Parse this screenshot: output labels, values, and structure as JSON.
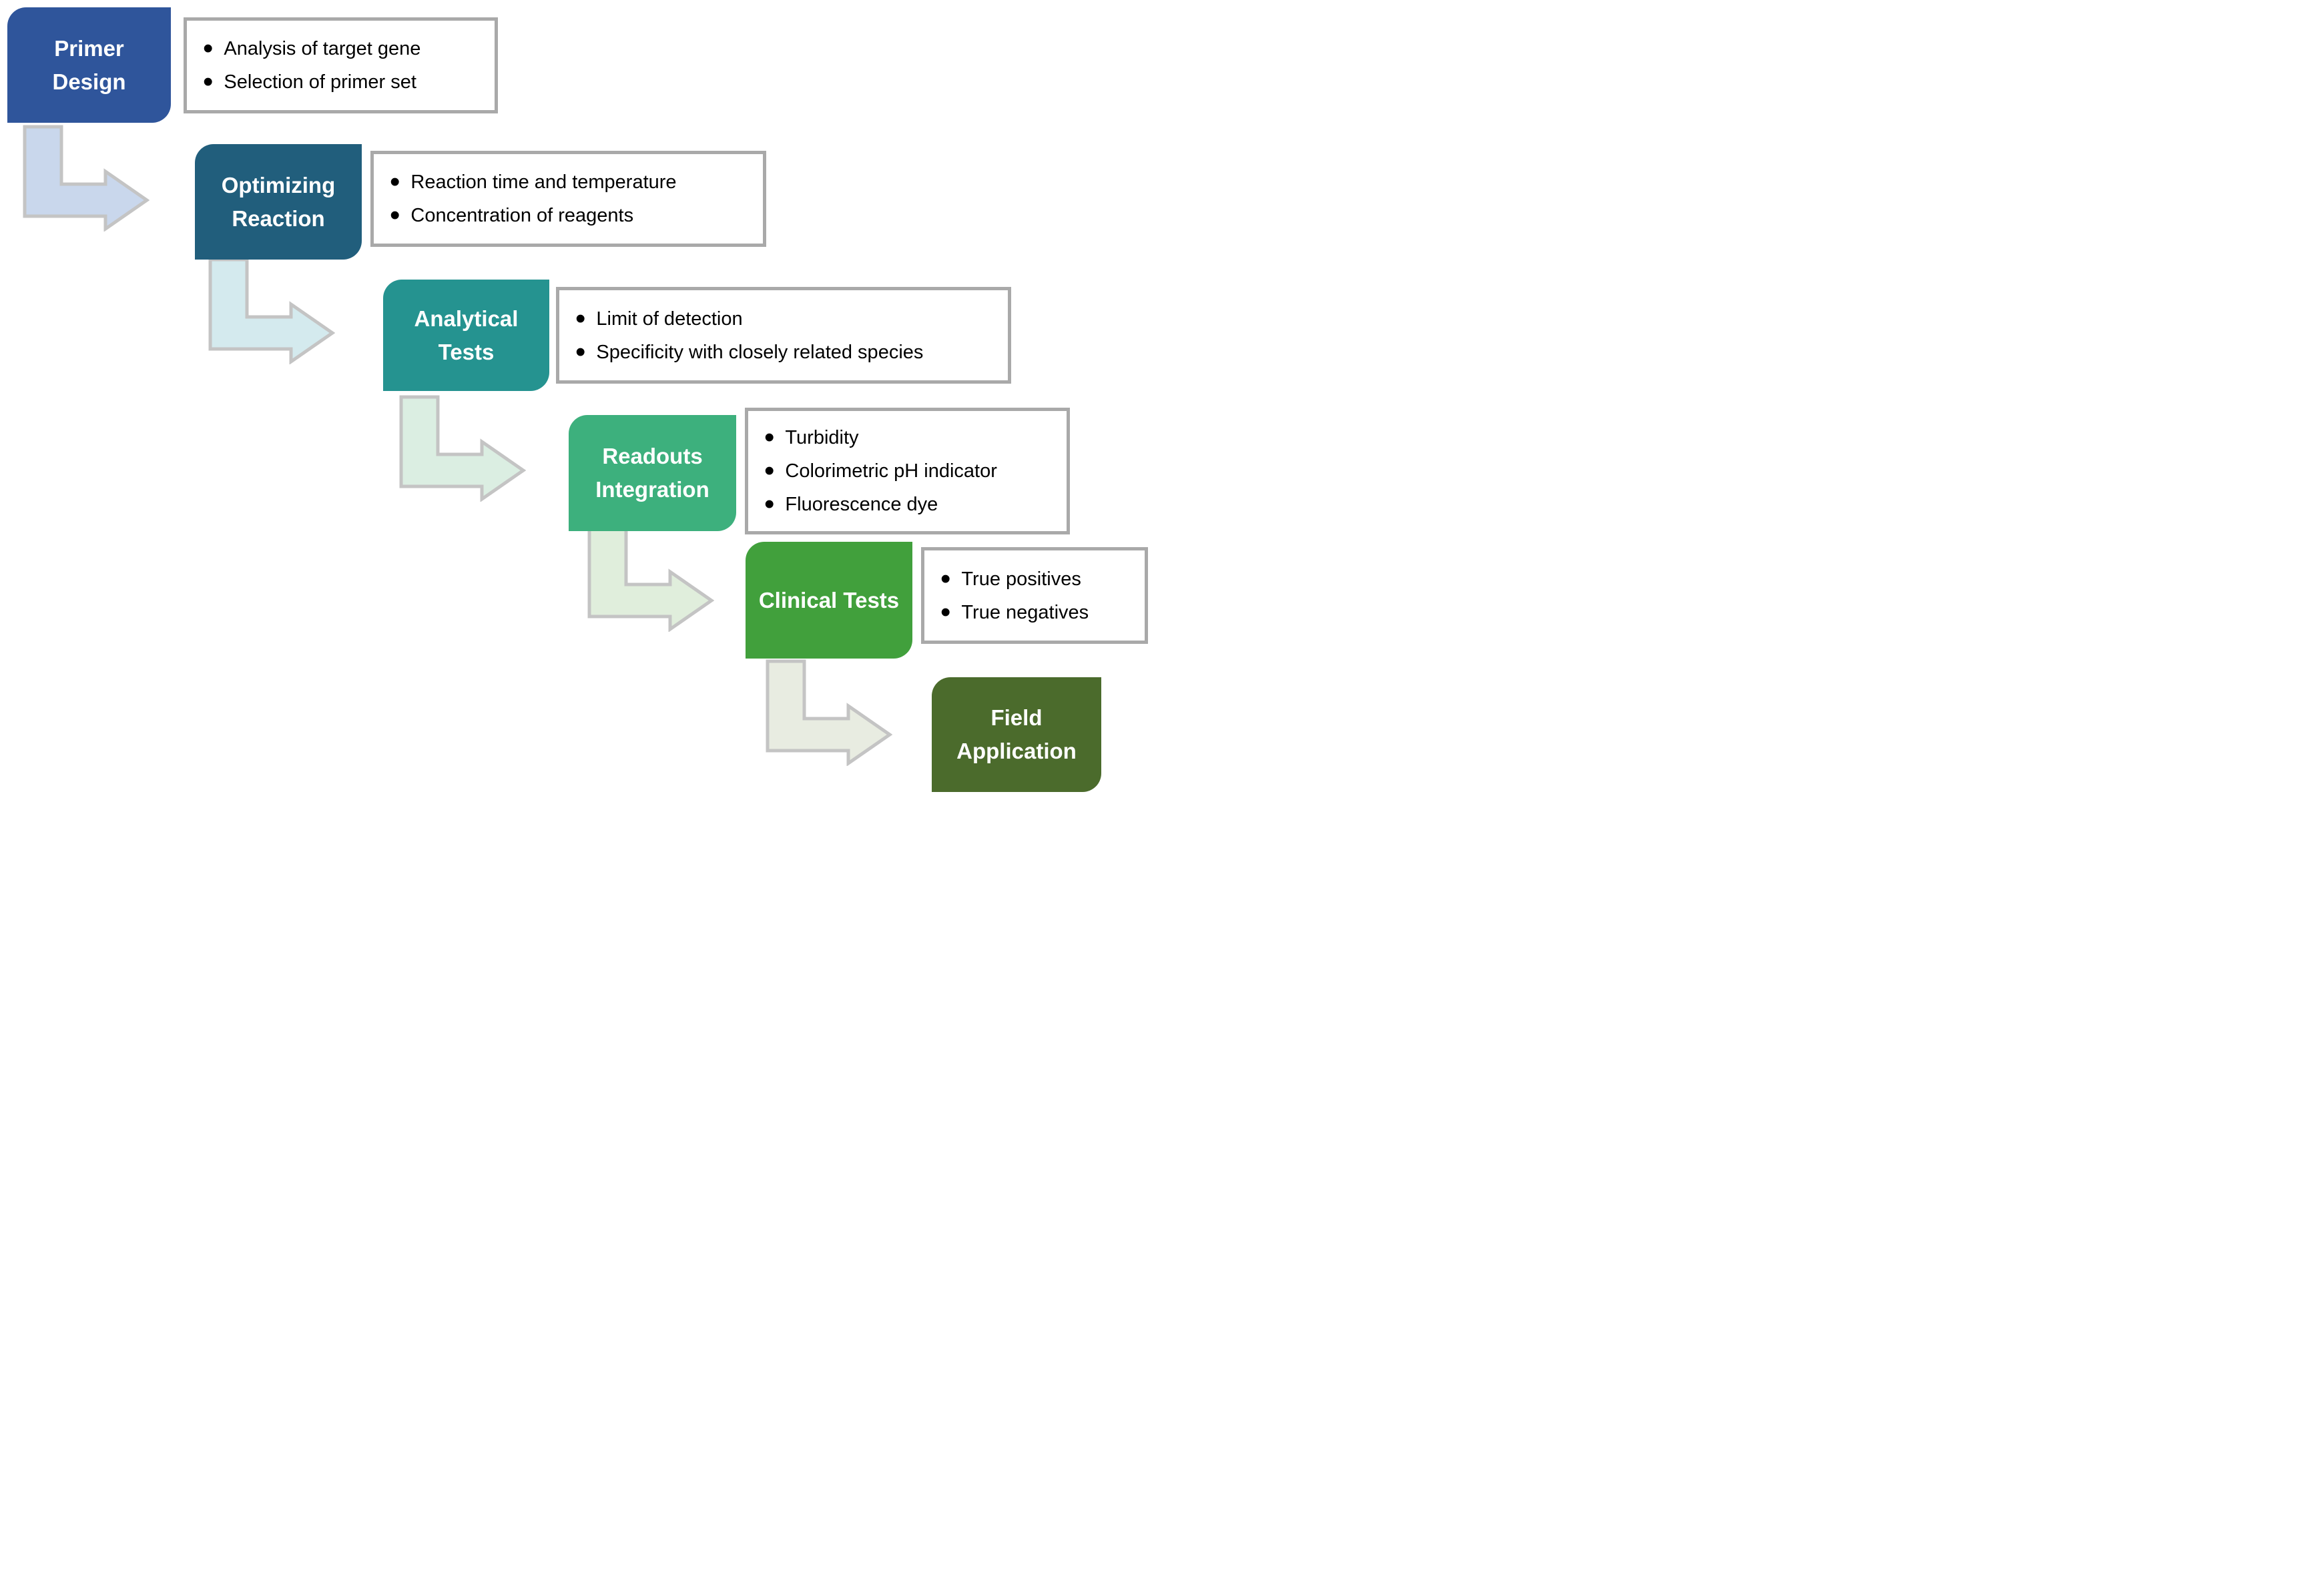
{
  "bullet_char": "•",
  "ui": {
    "arrow_border_color": "#C4C4C4",
    "detail_border_color": "#A9A9A9",
    "background_color": "#FFFFFF"
  },
  "steps": [
    {
      "title": "Primer Design",
      "box_color": "#2F559B",
      "bullets": [
        "Analysis of target gene",
        "Selection of primer set"
      ],
      "arrow_color": "#C9D7EC"
    },
    {
      "title": "Optimizing Reaction",
      "box_color": "#215E7C",
      "bullets": [
        "Reaction time and temperature",
        "Concentration of reagents"
      ],
      "arrow_color": "#D4EAEE"
    },
    {
      "title": "Analytical Tests",
      "box_color": "#259390",
      "bullets": [
        "Limit of detection",
        "Specificity with closely related species"
      ],
      "arrow_color": "#DBEEE2"
    },
    {
      "title": "Readouts Integration",
      "box_color": "#3DB07D",
      "bullets": [
        "Turbidity",
        "Colorimetric pH indicator",
        "Fluorescence dye"
      ],
      "arrow_color": "#E0EEDC"
    },
    {
      "title": "Clinical Tests",
      "box_color": "#41A03C",
      "bullets": [
        "True positives",
        "True negatives"
      ],
      "arrow_color": "#E8ECE1"
    },
    {
      "title": "Field Application",
      "box_color": "#4B6B2C",
      "bullets": [],
      "arrow_color": null
    }
  ]
}
